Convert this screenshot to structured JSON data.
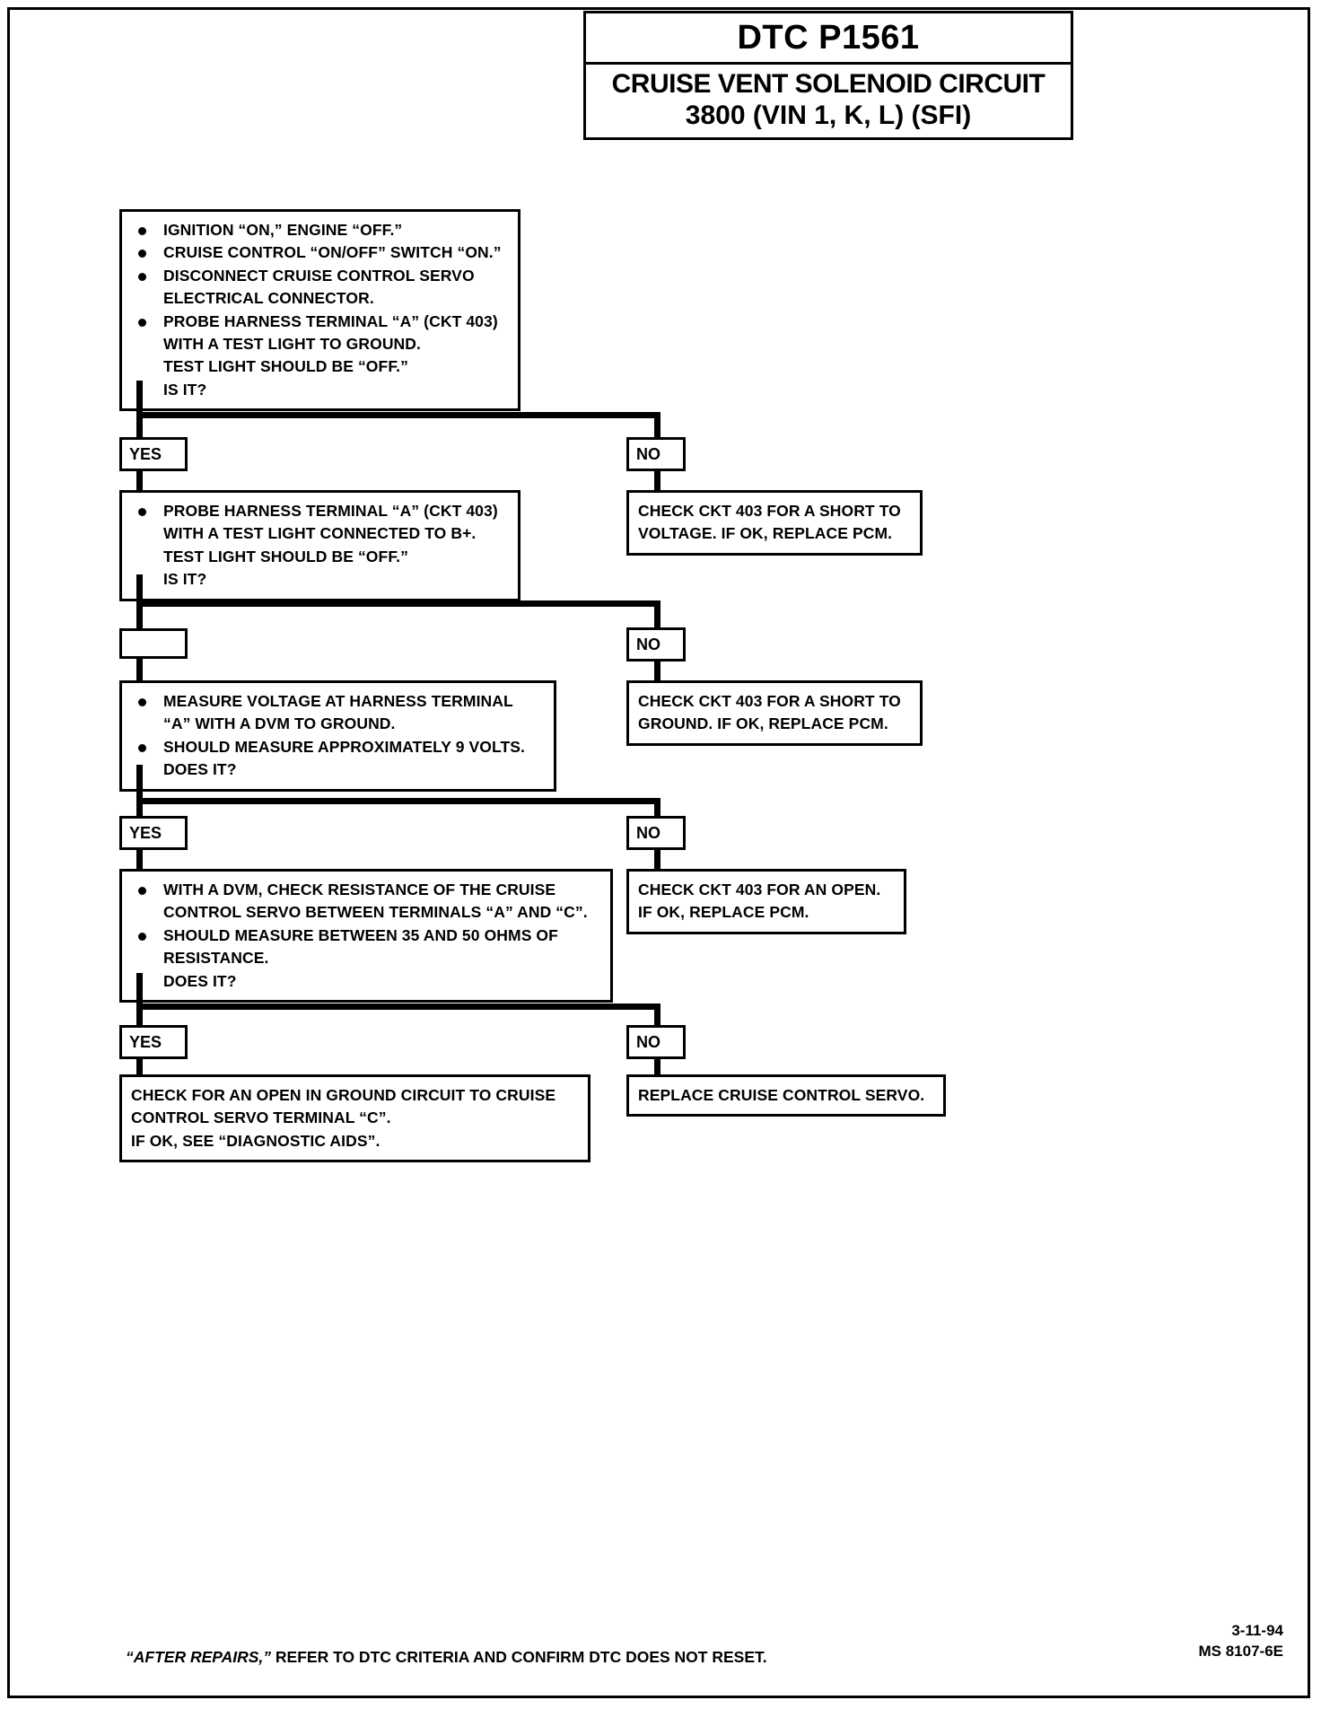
{
  "header": {
    "dtc": "DTC P1561",
    "title": "CRUISE VENT SOLENOID CIRCUIT",
    "subtitle": "3800  (VIN 1, K, L)  (SFI)"
  },
  "labels": {
    "yes": "YES",
    "no": "NO",
    "blank": ""
  },
  "steps": {
    "step1": {
      "b1": "IGNITION “ON,” ENGINE “OFF.”",
      "b2": "CRUISE CONTROL “ON/OFF” SWITCH “ON.”",
      "b3_l1": "DISCONNECT CRUISE CONTROL SERVO",
      "b3_l2": "ELECTRICAL CONNECTOR.",
      "b4_l1": "PROBE HARNESS TERMINAL “A” (CKT 403)",
      "b4_l2": "WITH A TEST LIGHT TO GROUND.",
      "b4_l3": "TEST LIGHT SHOULD BE “OFF.”",
      "b4_l4": "IS IT?"
    },
    "step2": {
      "b1_l1": "PROBE HARNESS TERMINAL “A” (CKT 403)",
      "b1_l2": "WITH A TEST  LIGHT CONNECTED TO B+.",
      "b1_l3": "TEST LIGHT SHOULD BE “OFF.”",
      "b1_l4": "IS IT?"
    },
    "step3": {
      "b1_l1": "MEASURE VOLTAGE AT HARNESS TERMINAL",
      "b1_l2": "“A” WITH A DVM TO GROUND.",
      "b2_l1": "SHOULD MEASURE APPROXIMATELY 9 VOLTS.",
      "b2_l2": "DOES IT?"
    },
    "step4": {
      "b1_l1": "WITH A DVM, CHECK RESISTANCE OF THE CRUISE",
      "b1_l2": "CONTROL  SERVO BETWEEN TERMINALS “A” AND “C”.",
      "b2_l1": "SHOULD MEASURE BETWEEN 35 AND 50 OHMS OF",
      "b2_l2": "RESISTANCE.",
      "b2_l3": "DOES IT?"
    },
    "final_left": {
      "l1": "CHECK FOR AN OPEN IN GROUND CIRCUIT TO CRUISE",
      "l2": "CONTROL SERVO TERMINAL “C”.",
      "l3": "IF OK, SEE “DIAGNOSTIC AIDS”."
    }
  },
  "actions": {
    "a1": {
      "l1": "CHECK CKT 403 FOR A SHORT TO",
      "l2": "VOLTAGE.  IF OK, REPLACE PCM."
    },
    "a2": {
      "l1": "CHECK CKT 403 FOR A SHORT TO",
      "l2": "GROUND.  IF OK, REPLACE PCM."
    },
    "a3": {
      "l1": "CHECK CKT 403 FOR AN OPEN.",
      "l2": "IF OK, REPLACE PCM."
    },
    "a4": {
      "l1": "REPLACE CRUISE CONTROL SERVO."
    }
  },
  "footer": {
    "note_italic": "“AFTER REPAIRS,”",
    "note_rest": " REFER TO DTC CRITERIA AND CONFIRM DTC DOES NOT RESET.",
    "date": "3-11-94",
    "code": "MS  8107-6E"
  }
}
